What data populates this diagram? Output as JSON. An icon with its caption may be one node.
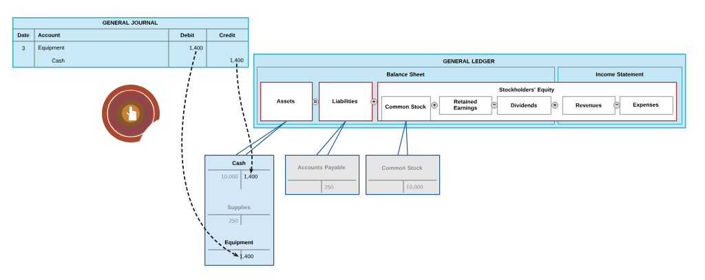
{
  "diagram": {
    "nodes": [
      {
        "text": [
          "GENERAL JOURNAL"
        ]
      },
      {
        "text": [
          "1,400"
        ],
        "in": 0
      },
      {
        "text": [
          "1,400"
        ],
        "in": 0
      },
      {
        "text": [
          "GENERAL LEDGER"
        ]
      },
      {
        "text": [
          "Balance Sheet"
        ],
        "in": 3
      },
      {
        "text": [
          "Income Statement"
        ],
        "in": 3
      },
      {
        "text": [
          "Assets"
        ],
        "in": 4
      },
      {
        "text": [
          "Liabilities"
        ],
        "in": 4
      },
      {
        "text": [
          "Stockholders’ Equity"
        ],
        "in": 3
      },
      {
        "text": [
          "Common Stock"
        ]
      },
      {
        "text": [
          "Retained Earnings"
        ]
      },
      {
        "text": [
          "Dividends"
        ]
      },
      {
        "text": [
          "Revenues"
        ]
      },
      {
        "text": [
          "Expenses"
        ]
      },
      {
        "text": [
          "Cash",
          "Supplies",
          "Equipment"
        ]
      },
      {
        "text": [
          "1,400"
        ],
        "in": 14
      },
      {
        "text": [
          "1,400"
        ],
        "in": 14
      },
      {
        "text": [
          "Accounts Payable"
        ]
      },
      {
        "text": [
          "Common Stock"
        ]
      }
    ],
    "edges": [
      {
        "from": 1,
        "to": 16,
        "arrow": "to",
        "style": "dashed",
        "color": "#1a1a1a"
      },
      {
        "from": 2,
        "to": 15,
        "arrow": "to",
        "style": "dashed",
        "color": "#1a1a1a"
      },
      {
        "from": 6,
        "to": 14,
        "arrow": "none"
      },
      {
        "from": 7,
        "to": 17,
        "arrow": "none"
      },
      {
        "from": 9,
        "to": 18,
        "arrow": "none"
      }
    ],
    "labels": [
      "Date",
      "Account",
      "Debit",
      "Credit",
      "3",
      "Equipment",
      "Cash",
      "=",
      "+",
      "+",
      "−",
      "+",
      "−",
      "10,000",
      "250",
      "250",
      "10,000"
    ]
  }
}
